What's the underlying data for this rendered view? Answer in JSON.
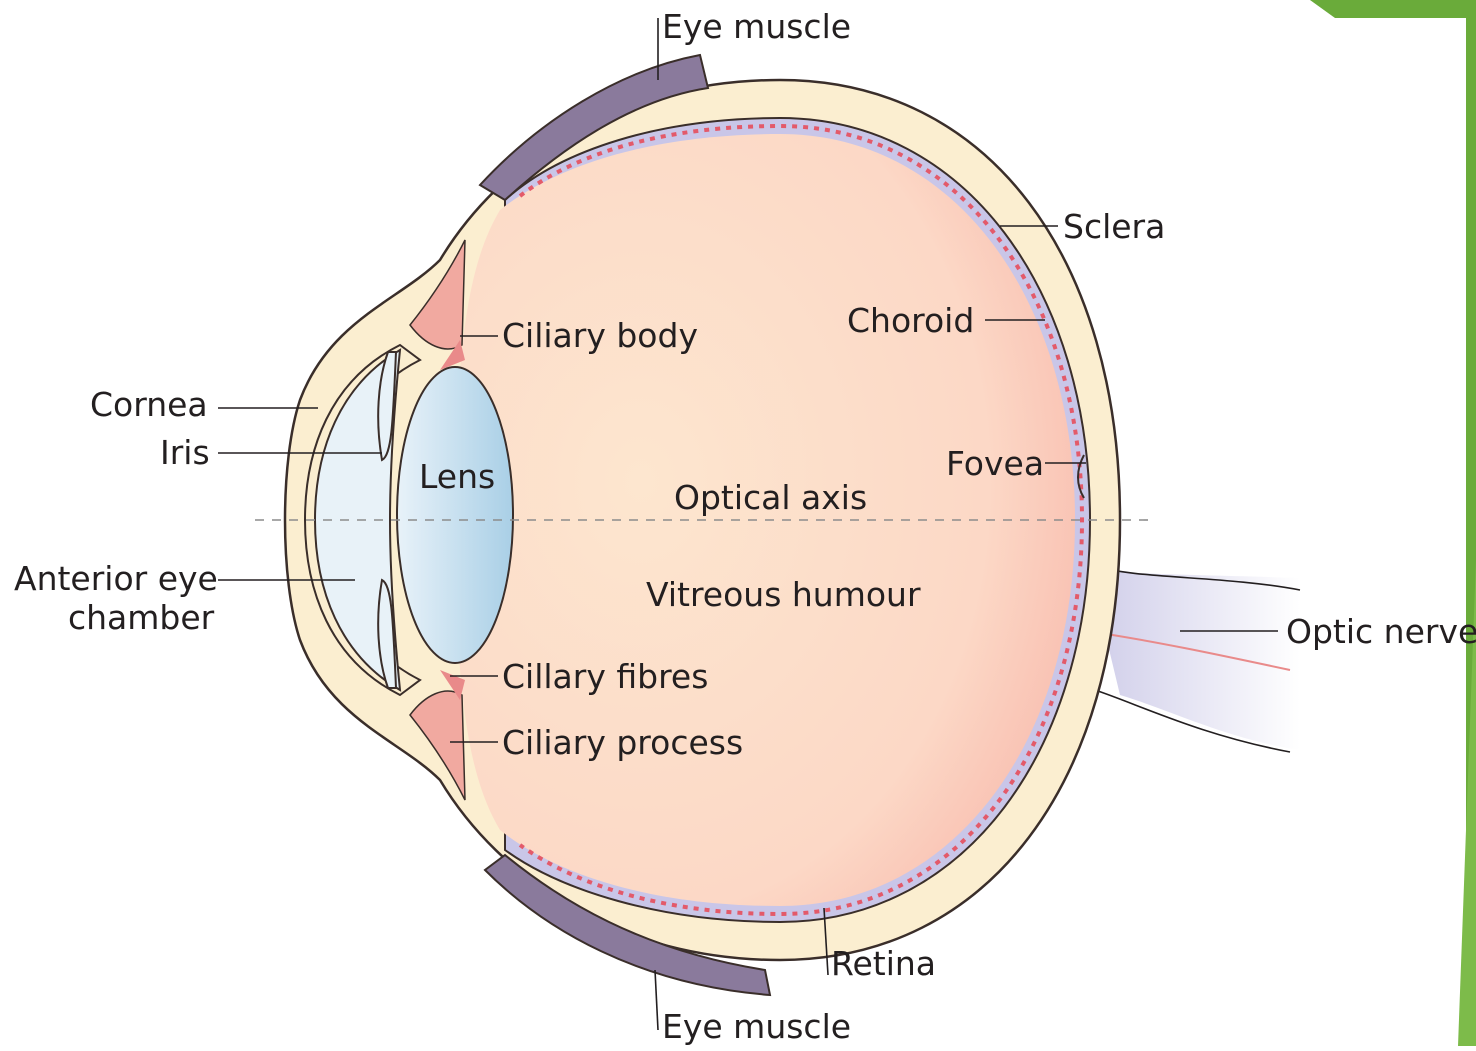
{
  "diagram": {
    "labels": {
      "eye_muscle_top": "Eye muscle",
      "sclera": "Sclera",
      "choroid": "Choroid",
      "ciliary_body": "Ciliary body",
      "cornea": "Cornea",
      "iris": "Iris",
      "lens": "Lens",
      "fovea": "Fovea",
      "optical_axis": "Optical axis",
      "anterior_chamber_line1": "Anterior eye",
      "anterior_chamber_line2": "chamber",
      "vitreous_humour": "Vitreous humour",
      "optic_nerve": "Optic nerve",
      "ciliary_fibres": "Cillary fibres",
      "ciliary_process": "Ciliary process",
      "retina": "Retina",
      "eye_muscle_bottom": "Eye muscle"
    },
    "colors": {
      "sclera": "#fbeed0",
      "outline": "#3a2e2a",
      "vitreous": "#fbd9c8",
      "choroid": "#c9c6e8",
      "retina_dash": "#e35a6a",
      "lens": "#cfe4f2",
      "cornea_chamber": "#e8f2f8",
      "ciliary": "#e98a8a",
      "muscle": "#8a7a9c",
      "nerve": "#d4d2ec",
      "accent_green": "#6aab3a"
    }
  }
}
